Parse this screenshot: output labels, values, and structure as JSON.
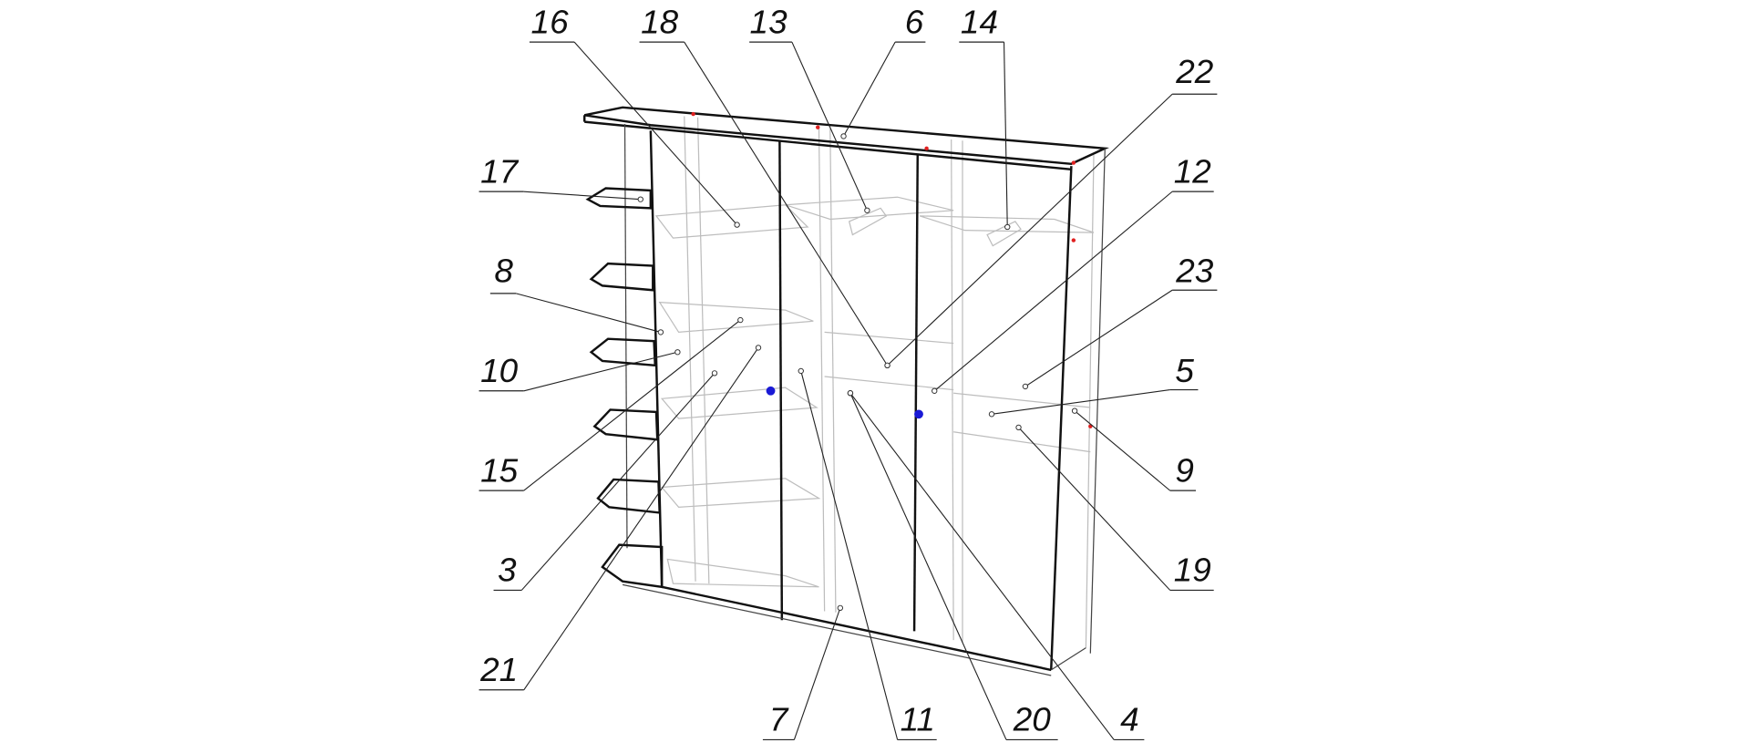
{
  "title": "Wardrobe assembly diagram",
  "part_numbers": {
    "p16": "16",
    "p18": "18",
    "p13": "13",
    "p6": "6",
    "p14": "14",
    "p22": "22",
    "p12": "12",
    "p23": "23",
    "p5": "5",
    "p9": "9",
    "p19": "19",
    "p4": "4",
    "p20": "20",
    "p11": "11",
    "p7": "7",
    "p21": "21",
    "p3": "3",
    "p15": "15",
    "p10": "10",
    "p8": "8",
    "p17": "17"
  },
  "colors": {
    "line": "#111111",
    "hidden": "#bdbdbd",
    "marker_blue": "#1a1ad6",
    "marker_red": "#e02020"
  }
}
